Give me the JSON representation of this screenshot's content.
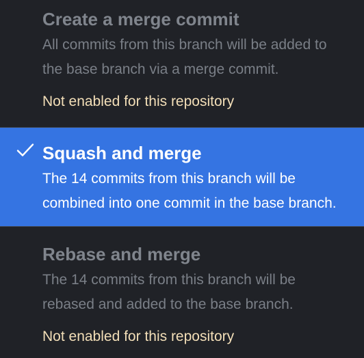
{
  "merge_options": [
    {
      "title": "Create a merge commit",
      "description_line1": "All commits from this branch will be added to",
      "description_line2": "the base branch via a merge commit.",
      "note": "Not enabled for this repository",
      "selected": false,
      "enabled": false
    },
    {
      "title": "Squash and merge",
      "description_line1": "The 14 commits from this branch will be",
      "description_line2": "combined into one commit in the base branch.",
      "selected": true,
      "enabled": true
    },
    {
      "title": "Rebase and merge",
      "description_line1": "The 14 commits from this branch will be",
      "description_line2": "rebased and added to the base branch.",
      "note": "Not enabled for this repository",
      "selected": false,
      "enabled": false
    }
  ],
  "icons": {
    "check": "checkmark-icon"
  },
  "colors": {
    "background": "#202227",
    "selected_background": "#3574e2",
    "warning_text": "#f3dfb8"
  }
}
